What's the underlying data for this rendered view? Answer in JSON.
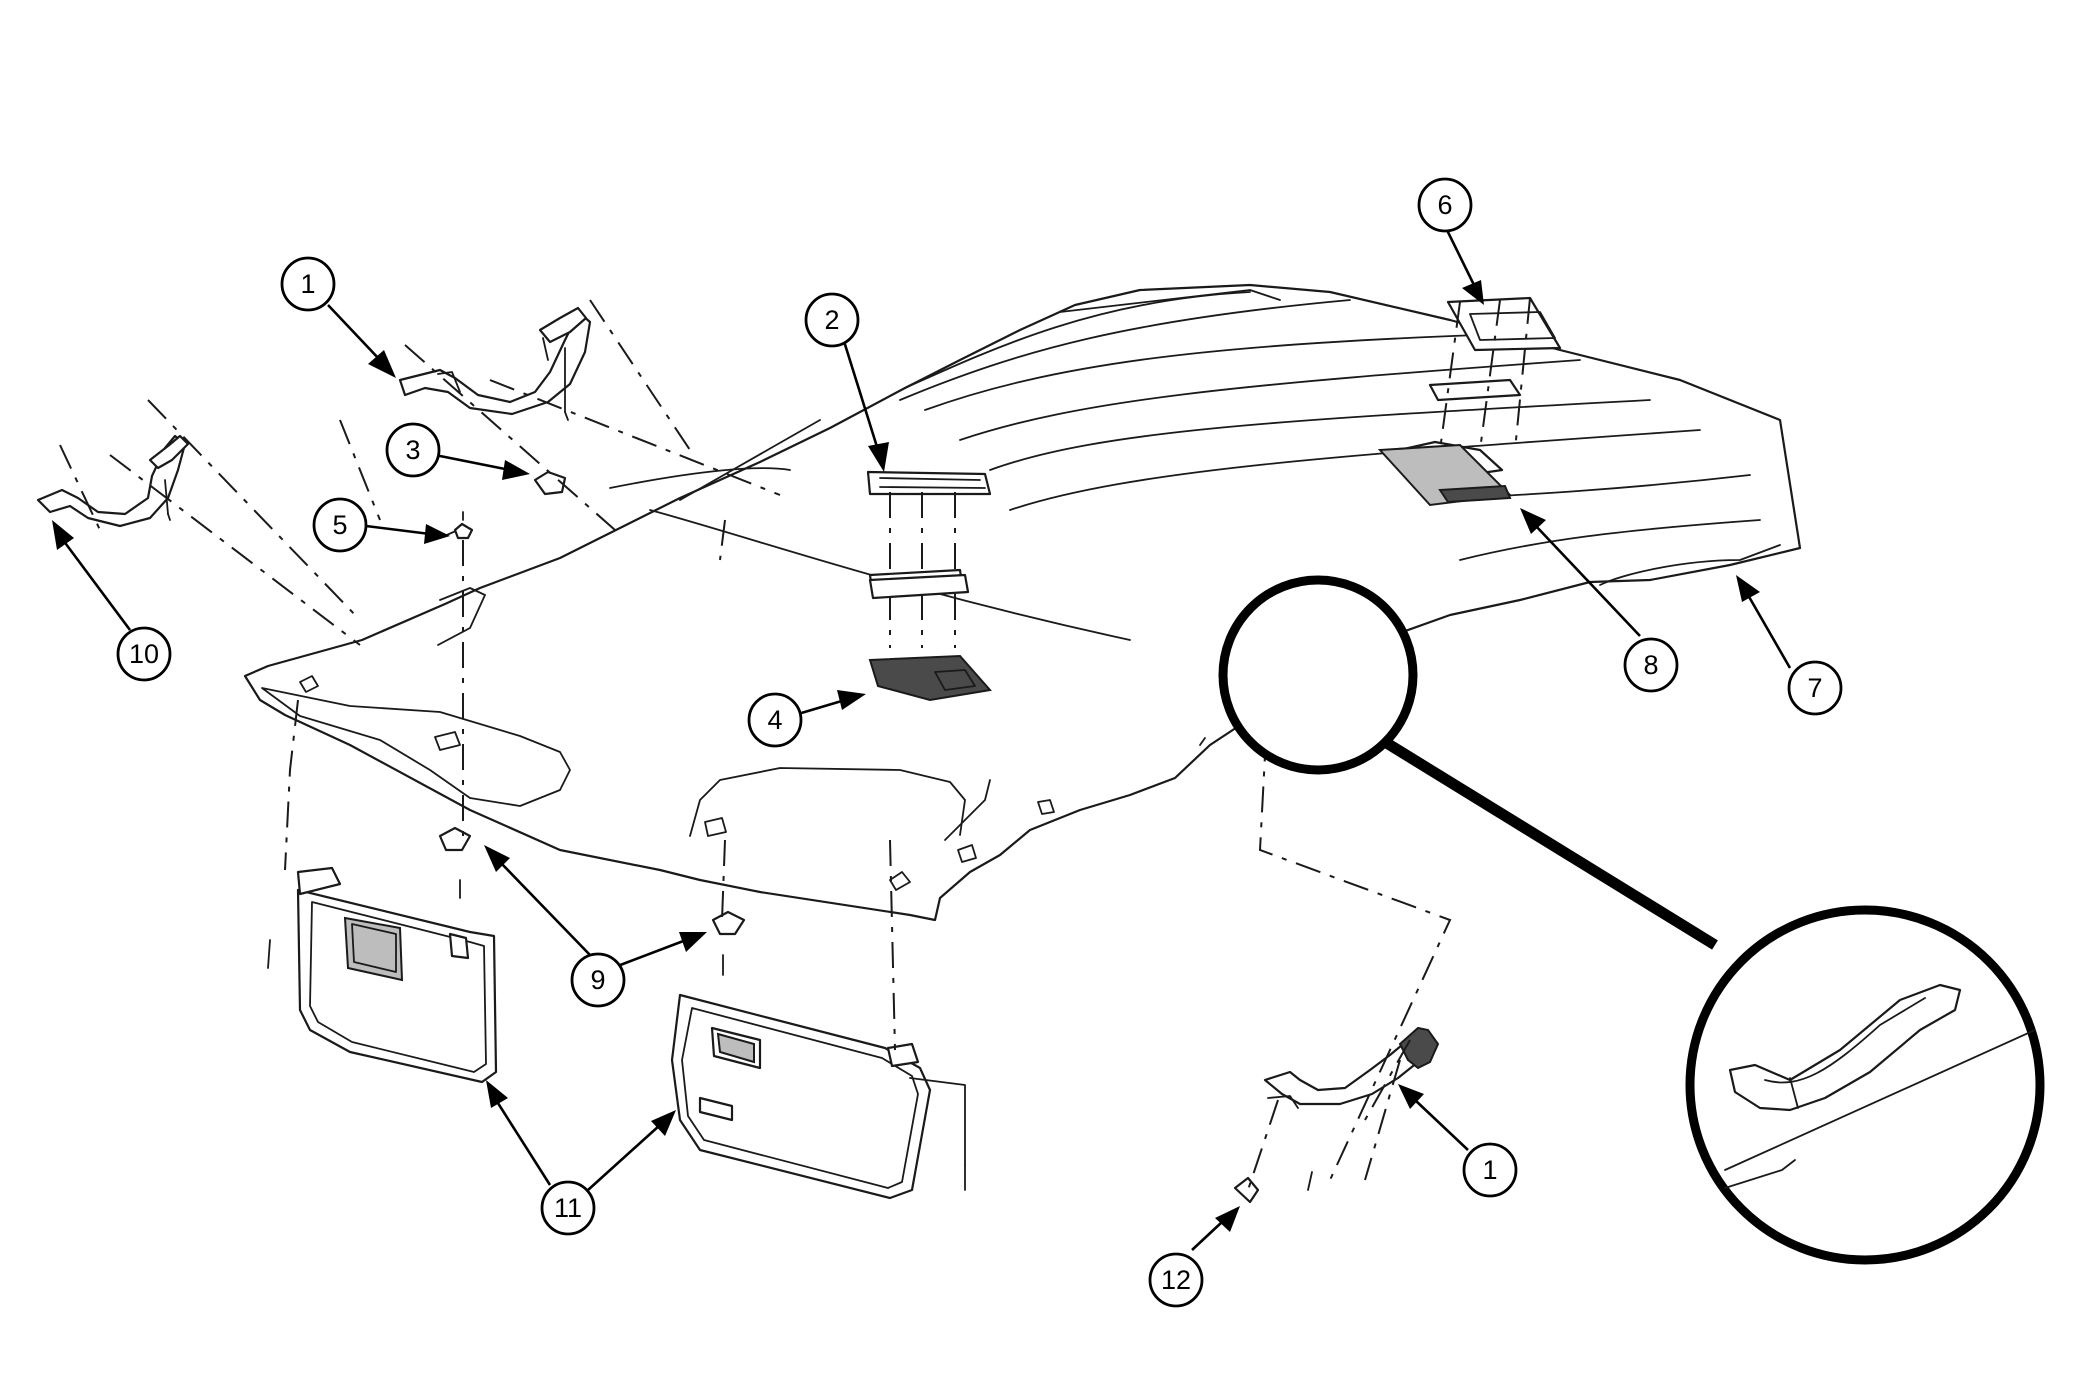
{
  "callouts": [
    {
      "id": "c1a",
      "label": "1"
    },
    {
      "id": "c2",
      "label": "2"
    },
    {
      "id": "c3",
      "label": "3"
    },
    {
      "id": "c4",
      "label": "4"
    },
    {
      "id": "c5",
      "label": "5"
    },
    {
      "id": "c6",
      "label": "6"
    },
    {
      "id": "c7",
      "label": "7"
    },
    {
      "id": "c8",
      "label": "8"
    },
    {
      "id": "c9",
      "label": "9"
    },
    {
      "id": "c10",
      "label": "10"
    },
    {
      "id": "c11",
      "label": "11"
    },
    {
      "id": "c1b",
      "label": "1"
    },
    {
      "id": "c12",
      "label": "12"
    }
  ],
  "colors": {
    "line": "#1a1a1a",
    "fill": "#ffffff",
    "shade": "#bdbdbd"
  }
}
